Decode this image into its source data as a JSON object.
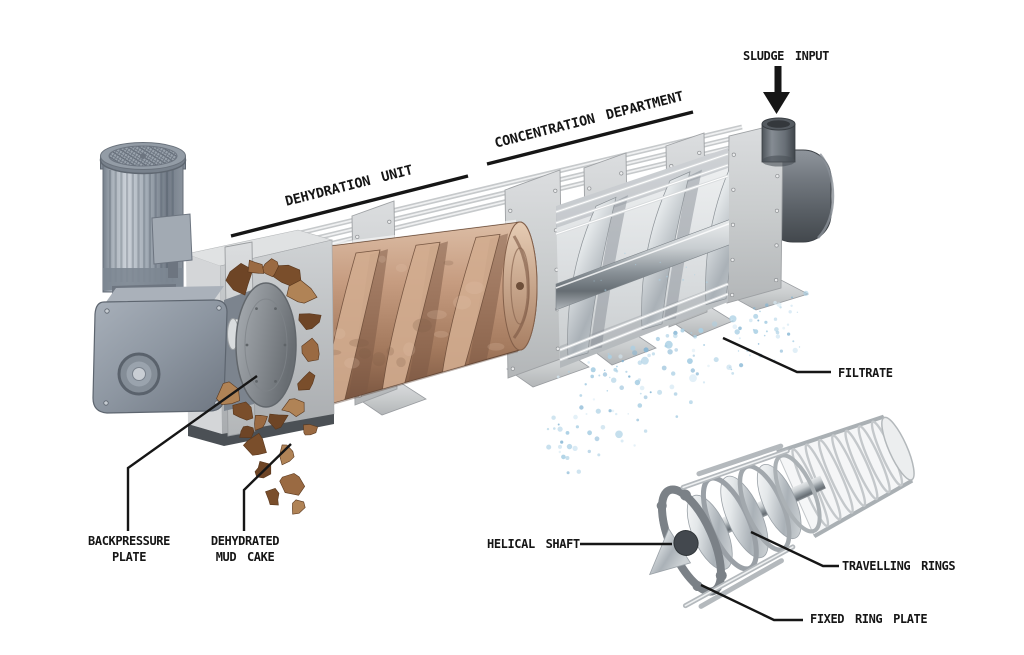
{
  "diagram": {
    "type": "technical-illustration",
    "subject": "Screw press sludge dewatering machine cutaway with part callouts",
    "labels": {
      "sludge_input": "SLUDGE INPUT",
      "concentration_department": "CONCENTRATION DEPARTMENT",
      "dehydration_unit": "DEHYDRATION UNIT",
      "filtrate": "FILTRATE",
      "backpressure_plate": [
        "BACKPRESSURE",
        "PLATE"
      ],
      "dehydrated_mud_cake": [
        "DEHYDRATED",
        "MUD CAKE"
      ],
      "helical_shaft": "HELICAL SHAFT",
      "travelling_rings": "TRAVELLING RINGS",
      "fixed_ring_plate": "FIXED RING PLATE"
    },
    "colors": {
      "background": "#ffffff",
      "ink": "#161616",
      "copper_screw": "#a97f63",
      "steel_plate": "#c8cbcd",
      "motor_gray_blue": "#95a0ac",
      "mud_brown": "#96653f",
      "water_blue": "#9cc8e0",
      "pipe_dark_gray": "#62686e"
    }
  }
}
